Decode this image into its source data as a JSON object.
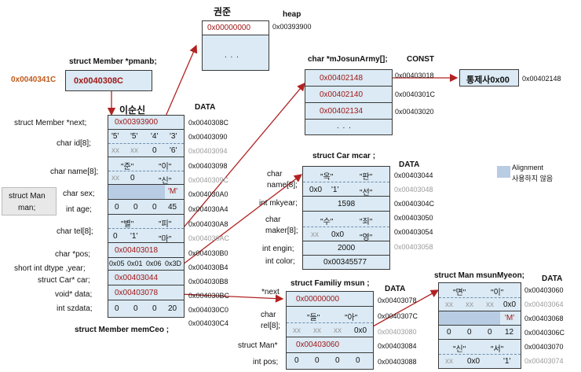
{
  "heap": {
    "label_top": "권준",
    "label": "heap",
    "value": "0x00000000",
    "dots": ". . .",
    "address": "0x00393900"
  },
  "pmanb": {
    "label": "struct Member *pmanb;",
    "left_address": "0x0040341C",
    "value": "0x0040308C"
  },
  "member": {
    "name_label": "이순신",
    "data_label": "DATA",
    "struct_label": "struct Member memCeo ;",
    "side_label_1": "struct Man",
    "side_label_2": "man;",
    "fields": {
      "next": "struct Member *next;",
      "id": "char id[8];",
      "name": "char name[8];",
      "sex": "char sex;",
      "age": "int age;",
      "tel": "char tel[8];",
      "pos": "char *pos;",
      "dtype": "short int dtype ,year;",
      "car": "struct Car* car;",
      "data": "void* data;",
      "szdata": "int szdata;"
    },
    "values": {
      "next": "0x00393900",
      "id_row1": [
        "'5'",
        "'5'",
        "'4'",
        "'3'"
      ],
      "id_row2": [
        "xx",
        "xx",
        "0",
        "'6'"
      ],
      "name_row1": [
        "\"준\"",
        "\"이\""
      ],
      "name_row2": [
        "xx",
        "0",
        "\"신\""
      ],
      "sex": "'M'",
      "age": [
        "0",
        "0",
        "0",
        "45"
      ],
      "tel_row1": [
        "\"별\"",
        "\"피\""
      ],
      "tel_row2": [
        "0",
        "'1'",
        "\"마\""
      ],
      "pos": "0x00403018",
      "dtype": [
        "0x05",
        "0x01",
        "0x06",
        "0x3D"
      ],
      "car": "0x00403044",
      "data": "0x00403078",
      "szdata": [
        "0",
        "0",
        "0",
        "20"
      ]
    },
    "addresses": [
      "0x0040308C",
      "0x00403090",
      "0x00403094",
      "0x00403098",
      "0x0040309C",
      "0x004030A0",
      "0x004030A4",
      "0x004030A8",
      "0x004030AC",
      "0x004030B0",
      "0x004030B4",
      "0x004030B8",
      "0x004030BC",
      "0x004030C0",
      "0x004030C4"
    ]
  },
  "josun": {
    "label": "char *mJosunArmy[];",
    "const_label": "CONST",
    "values": [
      "0x00402148",
      "0x00402140",
      "0x00402134"
    ],
    "dots": ". . .",
    "addresses": [
      "0x00403018",
      "0x0040301C",
      "0x00403020"
    ],
    "target_value": "통제사0x00",
    "target_address": "0x00402148"
  },
  "car": {
    "label": "struct Car mcar ;",
    "data_label": "DATA",
    "fields": {
      "name_1": "char",
      "name_2": "name[8];",
      "mkyear": "int mkyear;",
      "maker_1": "char",
      "maker_2": "maker[8];",
      "engin": "int engin;",
      "color": "int color;"
    },
    "values": {
      "name_row1": [
        "\"옥\"",
        "\"판\""
      ],
      "name_row2": [
        "0x0",
        "'1'",
        "\"선\""
      ],
      "mkyear": "1598",
      "maker_row1": [
        "\"수\"",
        "\"죄\""
      ],
      "maker_row2": [
        "xx",
        "0x0",
        "\"영\""
      ],
      "engin": "2000",
      "color": "0x00345577"
    },
    "addresses": [
      "0x00403044",
      "0x00403048",
      "0x0040304C",
      "0x00403050",
      "0x00403054",
      "0x00403058"
    ]
  },
  "legend": {
    "label_1": "Alignment",
    "label_2": "사용하지 않음",
    "color": "#b8cce4"
  },
  "family": {
    "label": "struct Familiy msun ;",
    "data_label": "DATA",
    "fields": {
      "next": "*next",
      "rel_1": "char",
      "rel_2": "rel[8];",
      "man": "struct Man*",
      "pos": "int pos;"
    },
    "values": {
      "next": "0x00000000",
      "rel_row1": [
        "\"들\"",
        "\"아\""
      ],
      "rel_row2": [
        "xx",
        "xx",
        "xx",
        "0x0"
      ],
      "man": "0x00403060",
      "pos": [
        "0",
        "0",
        "0",
        "0"
      ]
    },
    "addresses": [
      "0x00403078",
      "0x0040307C",
      "0x00403080",
      "0x00403084",
      "0x00403088"
    ]
  },
  "man": {
    "label": "struct Man msunMyeon;",
    "data_label": "DATA",
    "values": {
      "row1": [
        "\"면\"",
        "\"이\""
      ],
      "row2": [
        "xx",
        "xx",
        "xx",
        "0x0"
      ],
      "sex": "'M'",
      "age": [
        "0",
        "0",
        "0",
        "12"
      ],
      "row5": [
        "\"신\"",
        "\"서\""
      ],
      "row6": [
        "xx",
        "0x0",
        "'1'"
      ]
    },
    "addresses": [
      "0x00403060",
      "0x00403064",
      "0x00403068",
      "0x0040306C",
      "0x00403070",
      "0x00403074"
    ]
  },
  "colors": {
    "box_fill": "#dbeaf4",
    "alignment_fill": "#b8cce4",
    "pointer_red": "#a01818",
    "arrow_red": "#b22222",
    "border": "#3a3a3a"
  }
}
